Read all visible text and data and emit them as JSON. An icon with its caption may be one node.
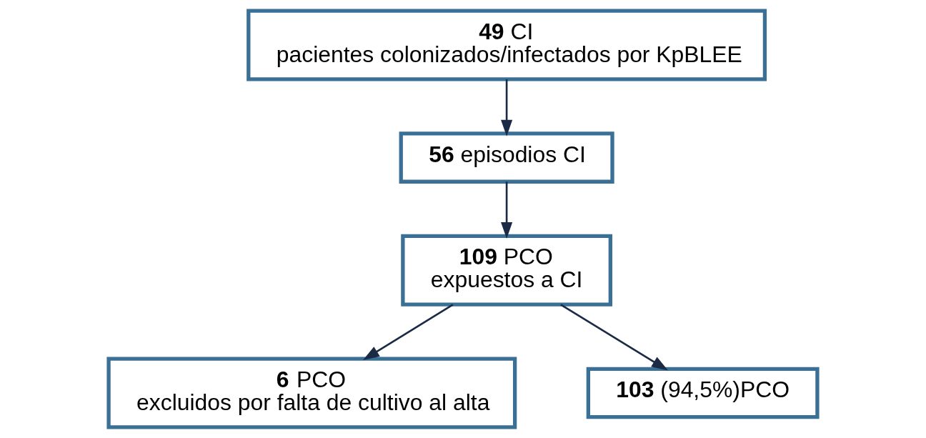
{
  "diagram": {
    "nodes": [
      {
        "text": [
          "**49** CI",
          "pacientes colonizados/infectados por KpBLEE"
        ]
      },
      {
        "text": [
          "**56** episodios CI"
        ]
      },
      {
        "text": [
          "**109** PCO",
          "expuestos a CI"
        ]
      },
      {
        "text": [
          "**6** PCO",
          "excluidos por falta de cultivo al alta"
        ]
      },
      {
        "text": [
          "**103** (94,5%)PCO"
        ]
      }
    ],
    "edges": [
      {
        "from": 0,
        "to": 1,
        "arrow": "to"
      },
      {
        "from": 1,
        "to": 2,
        "arrow": "to"
      },
      {
        "from": 2,
        "to": 4,
        "arrow": "to"
      },
      {
        "from": 2,
        "to": 3,
        "arrow": "to"
      }
    ]
  }
}
